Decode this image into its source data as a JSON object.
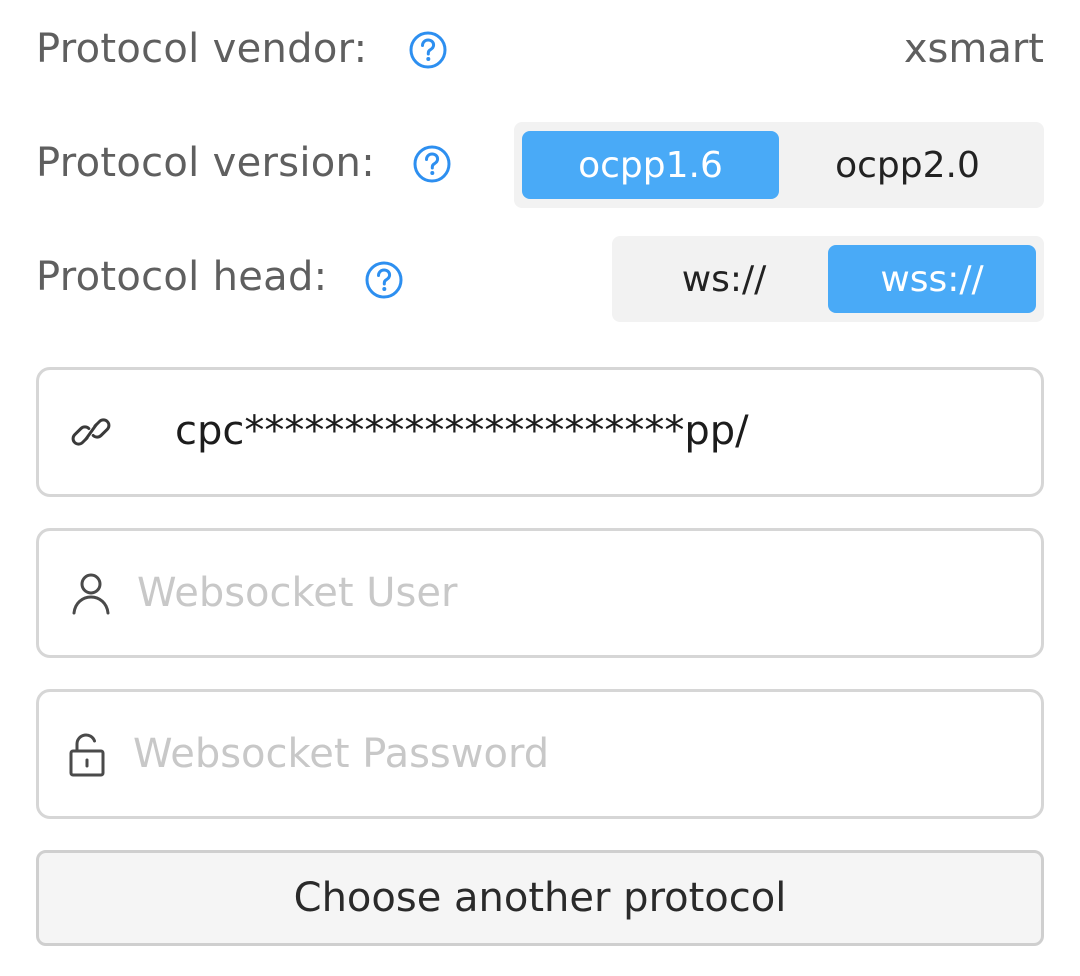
{
  "vendor": {
    "label": "Protocol vendor:",
    "value": "xsmart"
  },
  "version": {
    "label": "Protocol version:",
    "options": [
      "ocpp1.6",
      "ocpp2.0"
    ],
    "selected": "ocpp1.6"
  },
  "head": {
    "label": "Protocol head:",
    "options": [
      "ws://",
      "wss://"
    ],
    "selected": "wss://"
  },
  "url_field": {
    "value": "cpc**********************pp/"
  },
  "user_field": {
    "placeholder": "Websocket User"
  },
  "password_field": {
    "placeholder": "Websocket Password"
  },
  "choose_button": {
    "label": "Choose another protocol"
  },
  "colors": {
    "accent": "#49aaf7",
    "help_icon": "#2d8ff0",
    "label_text": "#5f5f5f"
  }
}
